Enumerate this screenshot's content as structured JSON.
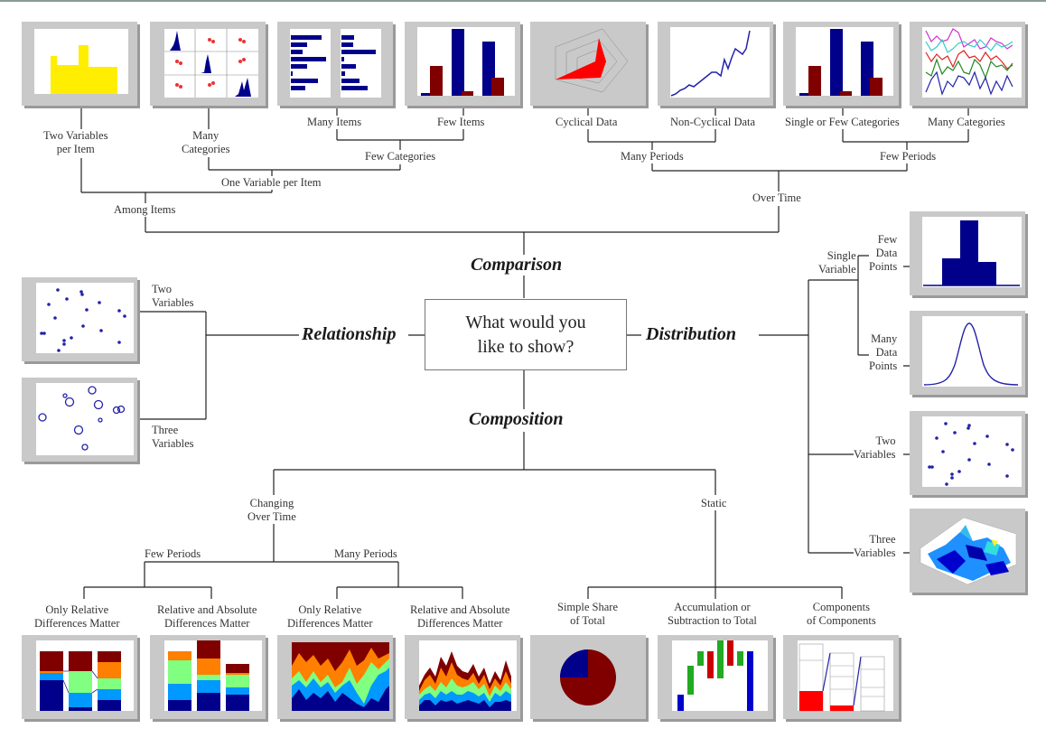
{
  "title": "What would you\nlike to show?",
  "categories": {
    "comparison": "Comparison",
    "relationship": "Relationship",
    "distribution": "Distribution",
    "composition": "Composition"
  },
  "comparison": {
    "among_items": "Among Items",
    "over_time": "Over Time",
    "two_variables_per_item": "Two Variables\nper Item",
    "one_variable_per_item": "One Variable per Item",
    "many_categories": "Many\nCategories",
    "few_categories": "Few Categories",
    "many_items": "Many Items",
    "few_items": "Few Items",
    "many_periods": "Many Periods",
    "few_periods": "Few Periods",
    "cyclical_data": "Cyclical Data",
    "non_cyclical_data": "Non-Cyclical Data",
    "single_or_few_categories": "Single or Few Categories",
    "many_categories_time": "Many Categories"
  },
  "relationship": {
    "two_variables": "Two\nVariables",
    "three_variables": "Three\nVariables"
  },
  "distribution": {
    "single_variable": "Single\nVariable",
    "few_data_points": "Few\nData\nPoints",
    "many_data_points": "Many\nData\nPoints",
    "two_variables": "Two\nVariables",
    "three_variables": "Three\nVariables"
  },
  "composition": {
    "changing_over_time": "Changing\nOver Time",
    "static": "Static",
    "few_periods": "Few Periods",
    "many_periods": "Many Periods",
    "few_only_relative": "Only Relative\nDifferences Matter",
    "few_relative_absolute": "Relative and Absolute\nDifferences Matter",
    "many_only_relative": "Only Relative\nDifferences Matter",
    "many_relative_absolute": "Relative and Absolute\nDifferences Matter",
    "simple_share": "Simple Share\nof Total",
    "accumulation": "Accumulation or\nSubtraction to Total",
    "components": "Components\nof Components"
  },
  "thumbnails": [
    {
      "id": "variable-width-column",
      "chart": "variable width column chart"
    },
    {
      "id": "table-with-charts",
      "chart": "scatter matrix"
    },
    {
      "id": "bar-chart-horizontal",
      "chart": "horizontal bar chart"
    },
    {
      "id": "column-chart-few-items",
      "chart": "column chart"
    },
    {
      "id": "circular-area",
      "chart": "radar chart"
    },
    {
      "id": "line-chart",
      "chart": "line chart"
    },
    {
      "id": "column-chart-time",
      "chart": "column chart"
    },
    {
      "id": "multi-line-chart",
      "chart": "line chart"
    },
    {
      "id": "scatter-two-var",
      "chart": "scatter chart"
    },
    {
      "id": "bubble-chart",
      "chart": "bubble chart"
    },
    {
      "id": "column-histogram",
      "chart": "histogram"
    },
    {
      "id": "line-histogram",
      "chart": "line histogram"
    },
    {
      "id": "scatter-distribution",
      "chart": "scatter chart"
    },
    {
      "id": "3d-area",
      "chart": "3D area chart"
    },
    {
      "id": "stacked-100-column",
      "chart": "stacked 100% column"
    },
    {
      "id": "stacked-column",
      "chart": "stacked column"
    },
    {
      "id": "stacked-100-area",
      "chart": "stacked 100% area"
    },
    {
      "id": "stacked-area",
      "chart": "stacked area"
    },
    {
      "id": "pie-chart",
      "chart": "pie chart"
    },
    {
      "id": "waterfall-chart",
      "chart": "waterfall chart"
    },
    {
      "id": "stacked-100-with-subcomponents",
      "chart": "stacked 100% column with subcomponents"
    }
  ],
  "colors": {
    "navy": "#00008b",
    "darkred": "#800000",
    "yellow": "#ffee00",
    "red": "#ff0000",
    "orange": "#ff7f00",
    "lightgreen": "#80ff80",
    "skyblue": "#0099ff",
    "green": "#22aa22"
  }
}
